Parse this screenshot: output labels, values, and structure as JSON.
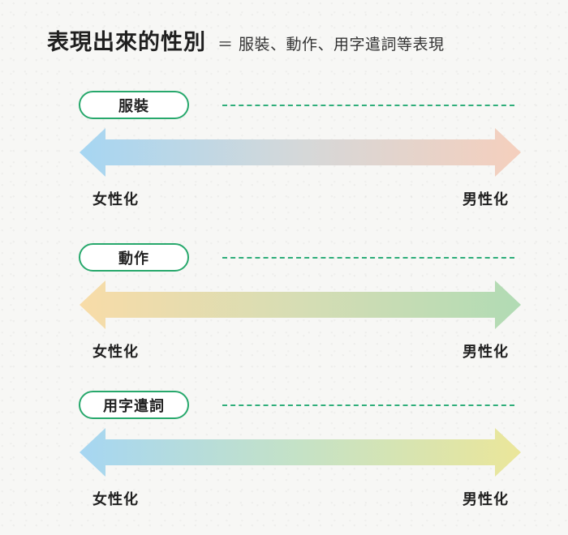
{
  "header": {
    "title": "表現出來的性別",
    "subtitle": "＝ 服裝、動作、用字遣詞等表現"
  },
  "sections": [
    {
      "label": "服裝",
      "left_label": "女性化",
      "right_label": "男性化",
      "gradient": {
        "start": "#a6d6f2",
        "mid": "#d5d8d9",
        "end": "#f5cfbd"
      }
    },
    {
      "label": "動作",
      "left_label": "女性化",
      "right_label": "男性化",
      "gradient": {
        "start": "#f8dca8",
        "mid": "#d6ddb4",
        "end": "#b1dbb4"
      }
    },
    {
      "label": "用字遣詞",
      "left_label": "女性化",
      "right_label": "男性化",
      "gradient": {
        "start": "#a6d6f2",
        "mid": "#c5e2c6",
        "end": "#ebe69a"
      }
    }
  ]
}
